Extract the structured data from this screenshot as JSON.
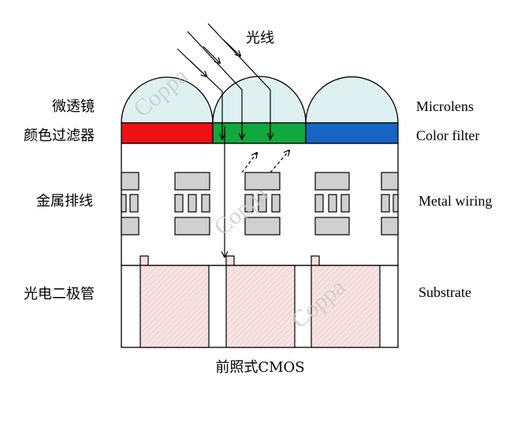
{
  "labels": {
    "light": "光线",
    "microlens_cn": "微透镜",
    "color_filter_cn": "颜色过滤器",
    "metal_wiring_cn": "金属排线",
    "photodiode_cn": "光电二极管",
    "microlens_en": "Microlens",
    "color_filter_en": "Color filter",
    "metal_wiring_en": "Metal wiring",
    "substrate_en": "Substrate",
    "caption": "前照式CMOS"
  },
  "watermark": "Coppa",
  "colors": {
    "filter_red": "#ee1111",
    "filter_green": "#11a83c",
    "filter_blue": "#1466c2",
    "microlens_fill": "#dff0f1",
    "wiring_fill": "#d0d0d0",
    "photodiode_fill": "#f6e2e2",
    "outline": "#000000"
  }
}
